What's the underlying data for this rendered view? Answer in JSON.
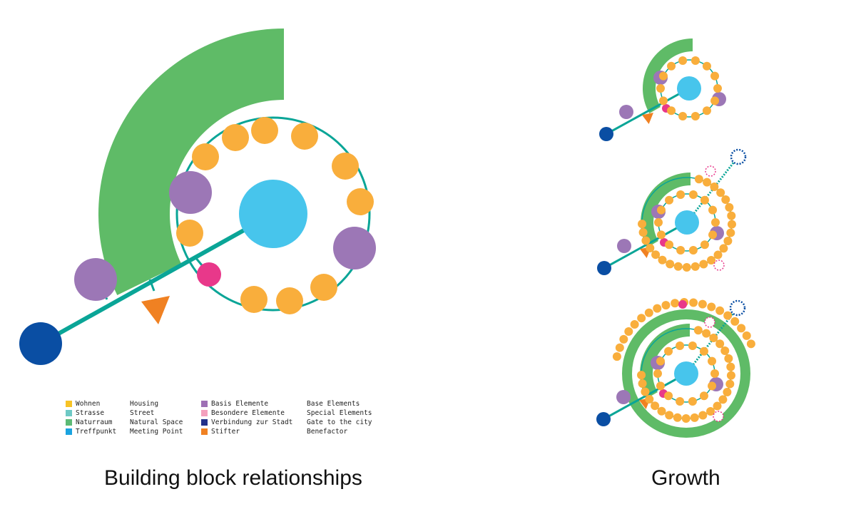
{
  "legend": [
    {
      "de": "Wohnen",
      "en": "Housing",
      "color": "#f7c325"
    },
    {
      "de": "Strasse",
      "en": "Street",
      "color": "#6ec9c5"
    },
    {
      "de": "Naturraum",
      "en": "Natural Space",
      "color": "#5cba75"
    },
    {
      "de": "Treffpunkt",
      "en": "Meeting Point",
      "color": "#1aa3e0"
    },
    {
      "de": "Basis Elemente",
      "en": "Base Elements",
      "color": "#9e70b5"
    },
    {
      "de": "Besondere Elemente",
      "en": "Special Elements",
      "color": "#f4a0bd"
    },
    {
      "de": "Verbindung zur Stadt",
      "en": "Gate to the city",
      "color": "#23318a"
    },
    {
      "de": "Stifter",
      "en": "Benefactor",
      "color": "#f08122"
    }
  ],
  "titles": {
    "left": "Building block relationships",
    "right": "Growth"
  },
  "colors": {
    "green": "#5fbb67",
    "orange": "#f9ae3c",
    "blue": "#47c5ec",
    "purple": "#9c77b6",
    "pink": "#e8388a",
    "navy": "#0a4ea3",
    "teal": "#0aa597",
    "stifter": "#f08122"
  }
}
